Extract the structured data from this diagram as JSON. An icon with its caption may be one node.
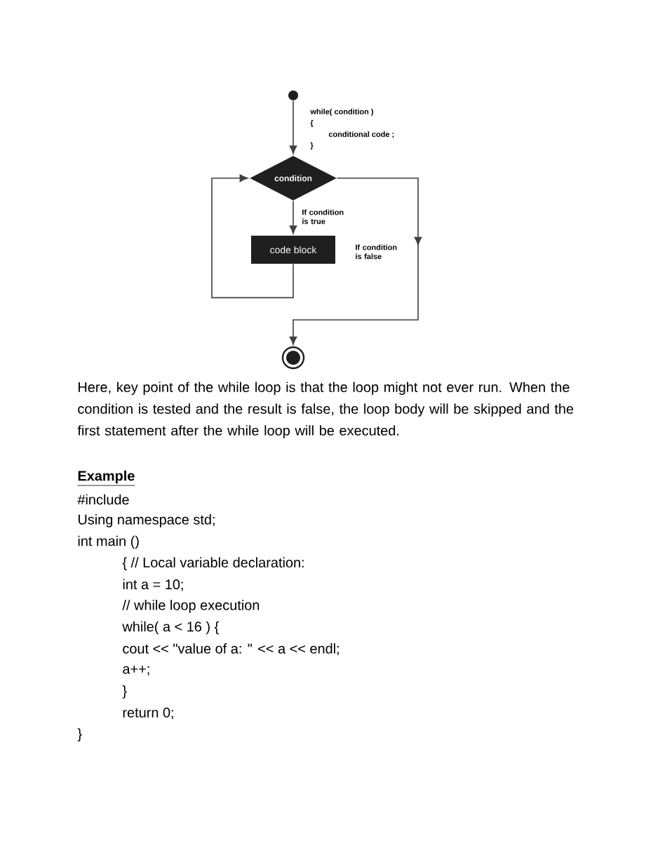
{
  "diagram": {
    "nodes": [
      {
        "text": [],
        "shape": "circle"
      },
      {
        "text": [
          "condition"
        ]
      },
      {
        "text": [
          "code block"
        ]
      },
      {
        "text": [],
        "shape": "circle"
      }
    ],
    "edges": [
      {
        "from": 0,
        "to": 1,
        "arrow": "to"
      },
      {
        "from": 1,
        "to": 2,
        "arrow": "to",
        "label": "If condition is true"
      },
      {
        "from": 2,
        "to": 1,
        "arrow": "to"
      },
      {
        "from": 1,
        "to": 3,
        "arrow": "to",
        "label": "If condition is false"
      }
    ],
    "labels": [
      "while( condition )",
      "{",
      "conditional code ;",
      "}",
      "Here, key point of the while loop is that the loop might not ever run. When the condition is tested and the result is false, the loop body will be skipped and the first statement after the while loop will be executed.",
      "Example",
      "#include",
      "Using namespace std;",
      "int main ()",
      "{ // Local variable declaration:",
      "int a = 10;",
      "// while loop execution",
      "while( a < 16 ) {",
      "cout << \"value of a: \" << a << endl;",
      "a++;",
      "}",
      "return 0;",
      "}"
    ]
  }
}
